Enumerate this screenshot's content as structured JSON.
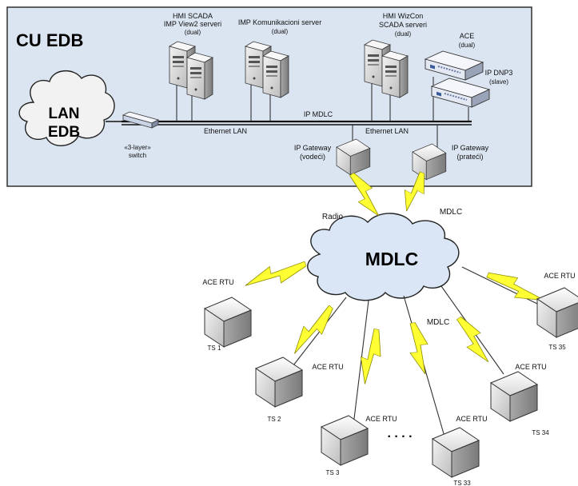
{
  "title": "CU EDB",
  "lan_cloud": {
    "line1": "LAN",
    "line2": "EDB"
  },
  "mdlc_cloud": "MDLC",
  "switch": {
    "line1": "«3-layer»",
    "line2": "switch"
  },
  "bus": {
    "ip_mdlc": "IP MDLC",
    "ethernet_left": "Ethernet LAN",
    "ethernet_right": "Ethernet LAN"
  },
  "servers": {
    "hmi_scada": {
      "line1": "HMI SCADA",
      "line2": "IMP View2 serveri",
      "line3": "(dual)"
    },
    "komunikacioni": {
      "line1": "IMP Komunikacioni server",
      "line2": "(dual)"
    },
    "wizcon": {
      "line1": "HMI WizCon",
      "line2": "SCADA serveri",
      "line3": "(dual)"
    },
    "ace": {
      "line1": "ACE",
      "line2": "(dual)"
    },
    "ip_dnp3": {
      "line1": "IP DNP3",
      "line2": "(slave)"
    }
  },
  "gateways": {
    "vodeci": {
      "line1": "IP Gateway",
      "line2": "(vodeći)"
    },
    "prateci": {
      "line1": "IP Gateway",
      "line2": "(prateći)"
    }
  },
  "link_labels": {
    "radio": "Radio",
    "mdlc_top": "MDLC",
    "mdlc_mid": "MDLC"
  },
  "rtu_label": "ACE  RTU",
  "stations": [
    "TS 1",
    "TS 2",
    "TS 3",
    "TS 33",
    "TS 34",
    "TS 35"
  ],
  "ellipsis": ". . . .",
  "colors": {
    "edb_fill": "#dbe5f1",
    "cloud_fill": "#dae6f5",
    "bolt_fill": "#ffff33",
    "device_fill": "#f0f0f0"
  }
}
